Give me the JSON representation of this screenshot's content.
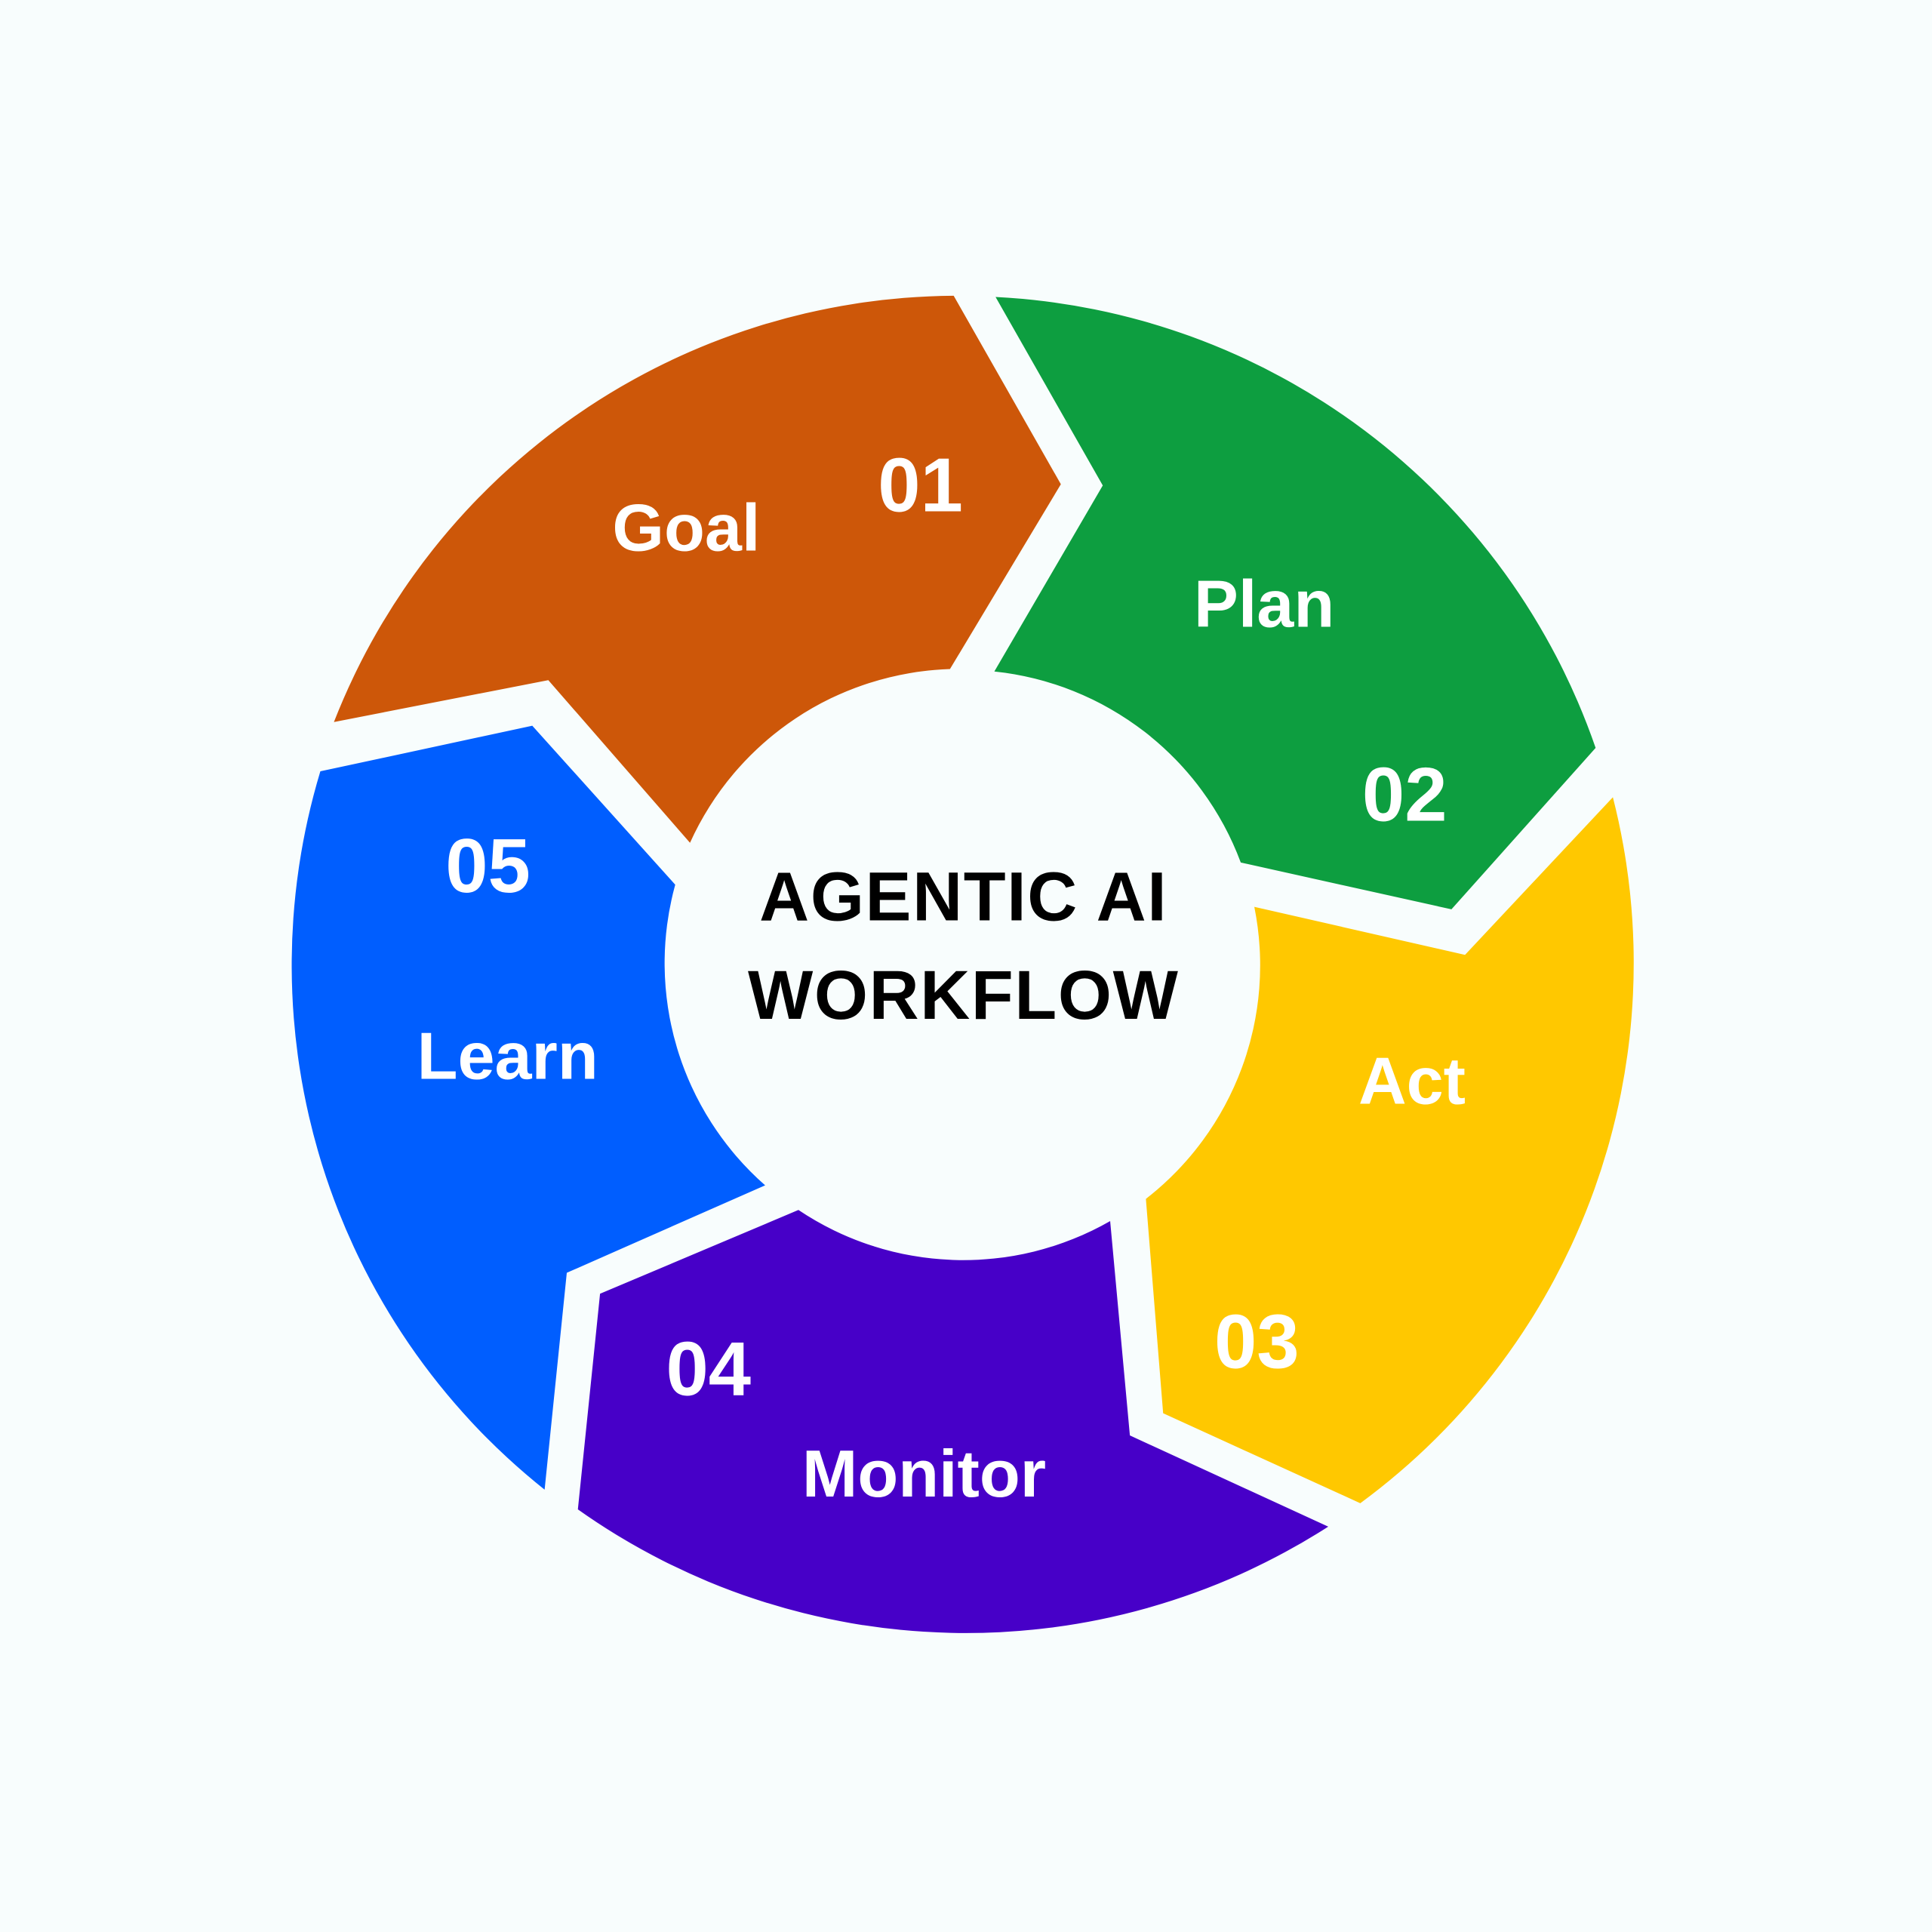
{
  "title": {
    "line1": "AGENTIC AI",
    "line2": "WORKFLOW"
  },
  "steps": [
    {
      "number": "01",
      "label": "Goal",
      "color": "#CD5709"
    },
    {
      "number": "02",
      "label": "Plan",
      "color": "#0D9E40"
    },
    {
      "number": "03",
      "label": "Act",
      "color": "#FFC800"
    },
    {
      "number": "04",
      "label": "Monitor",
      "color": "#4700C8"
    },
    {
      "number": "05",
      "label": "Learn",
      "color": "#005EFF"
    }
  ]
}
